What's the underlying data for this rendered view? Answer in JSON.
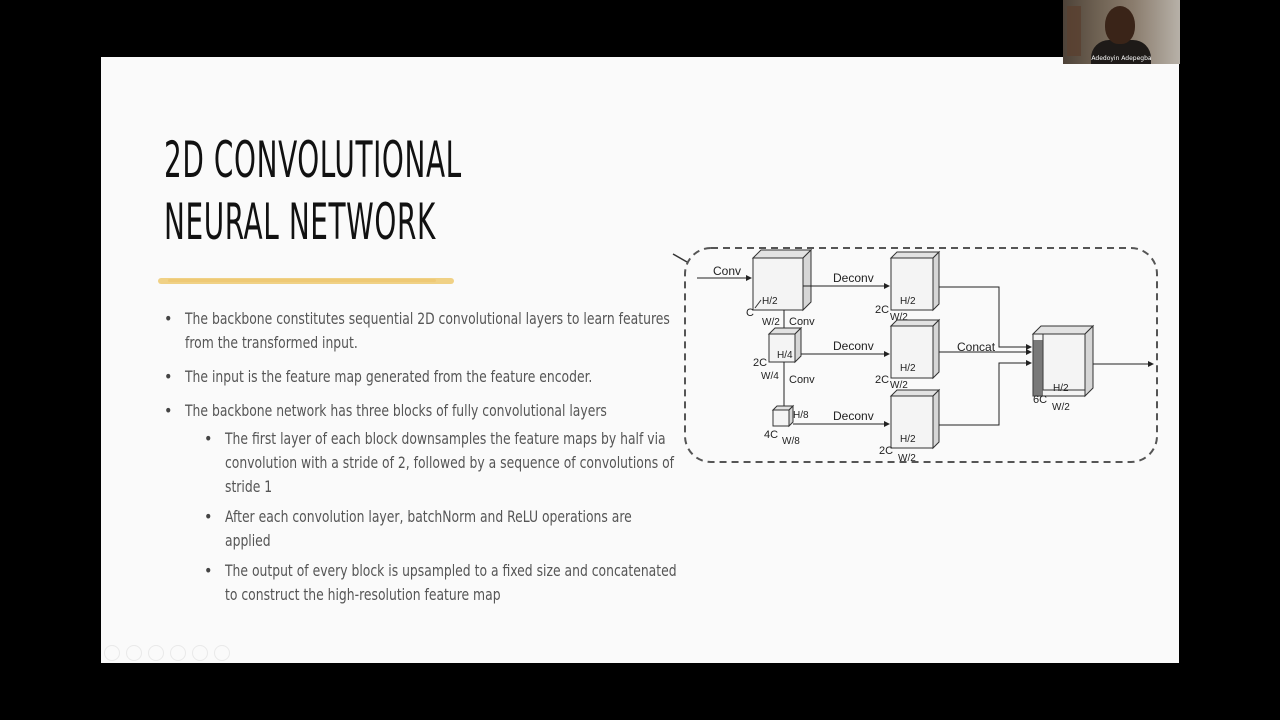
{
  "slide": {
    "title_line1": "2D CONVOLUTIONAL",
    "title_line2": "NEURAL NETWORK",
    "bullets": [
      "The backbone constitutes sequential 2D convolutional layers to learn features from the transformed input.",
      "The input is the feature map generated from the feature encoder.",
      "The backbone network has three blocks of fully convolutional layers"
    ],
    "sub_bullets": [
      "The first layer of each block downsamples the feature maps by half via convolution with a stride of 2, followed by a sequence of convolutions of stride 1",
      "After each convolution layer, batchNorm and ReLU operations are applied",
      "The output of every block is upsampled to a fixed size and concatenated to construct the high-resolution feature map"
    ],
    "accent_color": "#f0cd79"
  },
  "diagram": {
    "labels": {
      "conv_in": "Conv",
      "conv1": "Conv",
      "conv2": "Conv",
      "deconv1": "Deconv",
      "deconv2": "Deconv",
      "deconv3": "Deconv",
      "concat": "Concat",
      "b1_c": "C",
      "b1_h": "H/2",
      "b1_w": "W/2",
      "b2_c": "2C",
      "b2_h": "H/4",
      "b2_w": "W/4",
      "b3_c": "4C",
      "b3_h": "H/8",
      "b3_w": "W/8",
      "d1_c": "2C",
      "d1_h": "H/2",
      "d1_w": "W/2",
      "d2_c": "2C",
      "d2_h": "H/2",
      "d2_w": "W/2",
      "d3_c": "2C",
      "d3_h": "H/2",
      "d3_w": "W/2",
      "out_c": "6C",
      "out_h": "H/2",
      "out_w": "W/2"
    }
  },
  "participant": {
    "name": "Adedoyin Adepegba"
  }
}
